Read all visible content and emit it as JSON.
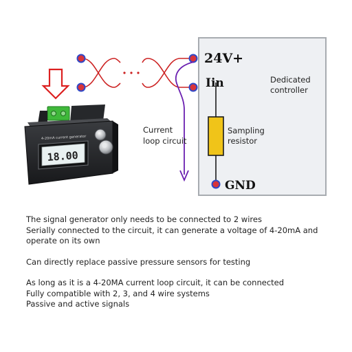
{
  "diagram": {
    "controller": {
      "terminal_top": "24V+",
      "terminal_in": "Iin",
      "terminal_bottom": "GND",
      "name_line1": "Dedicated",
      "name_line2": "controller",
      "resistor_line1": "Sampling",
      "resistor_line2": "resistor"
    },
    "loop_label_line1": "Current",
    "loop_label_line2": "loop circuit",
    "device_display": "18.00",
    "device_caption": "4-20mA current generator"
  },
  "description": {
    "paragraphs": [
      [
        "The signal generator only needs to be connected to 2 wires",
        "Serially connected to the circuit, it can generate a voltage of 4-20mA and operate on its own"
      ],
      [
        "Can directly replace passive pressure sensors for testing"
      ],
      [
        "As long as it is a 4-20MA current loop circuit, it can be connected",
        "Fully compatible with 2, 3, and 4 wire systems",
        "Passive and active signals"
      ]
    ]
  },
  "colors": {
    "controller_fill": "#eef0f3",
    "controller_border": "#a7abb0",
    "resistor_fill": "#f0c419",
    "wire": "#cc2222",
    "loop_arrow": "#6a1fb0",
    "terminal_red": "#d8343a",
    "terminal_blue": "#2e48c8",
    "arrow_red": "#dc2020",
    "connector_green": "#3fb83a"
  }
}
